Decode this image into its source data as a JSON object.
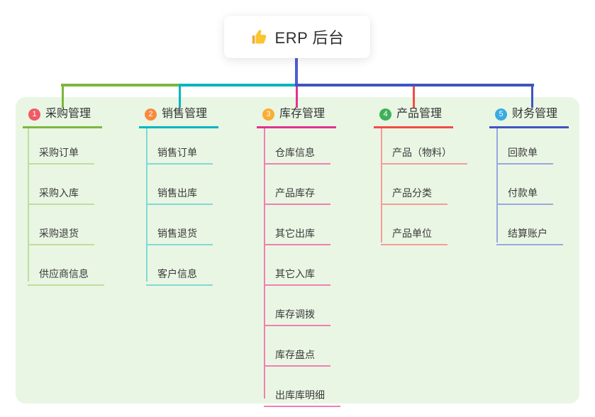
{
  "root": {
    "icon": "thumbs-up-icon",
    "title": "ERP 后台"
  },
  "panel": {
    "background": "#E9F6E4"
  },
  "connector": {
    "stem_color": "#4D5FD3"
  },
  "branches": [
    {
      "badge": "1",
      "title": "采购管理",
      "color": "#7CB63F",
      "light": "#BFDF9A",
      "badge_color": "#F15A65",
      "items": [
        "采购订单",
        "采购入库",
        "采购退货",
        "供应商信息"
      ]
    },
    {
      "badge": "2",
      "title": "销售管理",
      "color": "#00B5BF",
      "light": "#82D9D2",
      "badge_color": "#F88A3C",
      "items": [
        "销售订单",
        "销售出库",
        "销售退货",
        "客户信息"
      ]
    },
    {
      "badge": "3",
      "title": "库存管理",
      "color": "#E0338F",
      "light": "#F07FB2",
      "badge_color": "#FBAC33",
      "items": [
        "仓库信息",
        "产品库存",
        "其它出库",
        "其它入库",
        "库存调拨",
        "库存盘点",
        "出库库明细"
      ]
    },
    {
      "badge": "4",
      "title": "产品管理",
      "color": "#F44B45",
      "light": "#F79B95",
      "badge_color": "#3EB158",
      "items": [
        "产品（物料）",
        "产品分类",
        "产品单位"
      ]
    },
    {
      "badge": "5",
      "title": "财务管理",
      "color": "#4054C0",
      "light": "#9AA8DC",
      "badge_color": "#39ABE1",
      "items": [
        "回款单",
        "付款单",
        "结算账户"
      ]
    }
  ]
}
